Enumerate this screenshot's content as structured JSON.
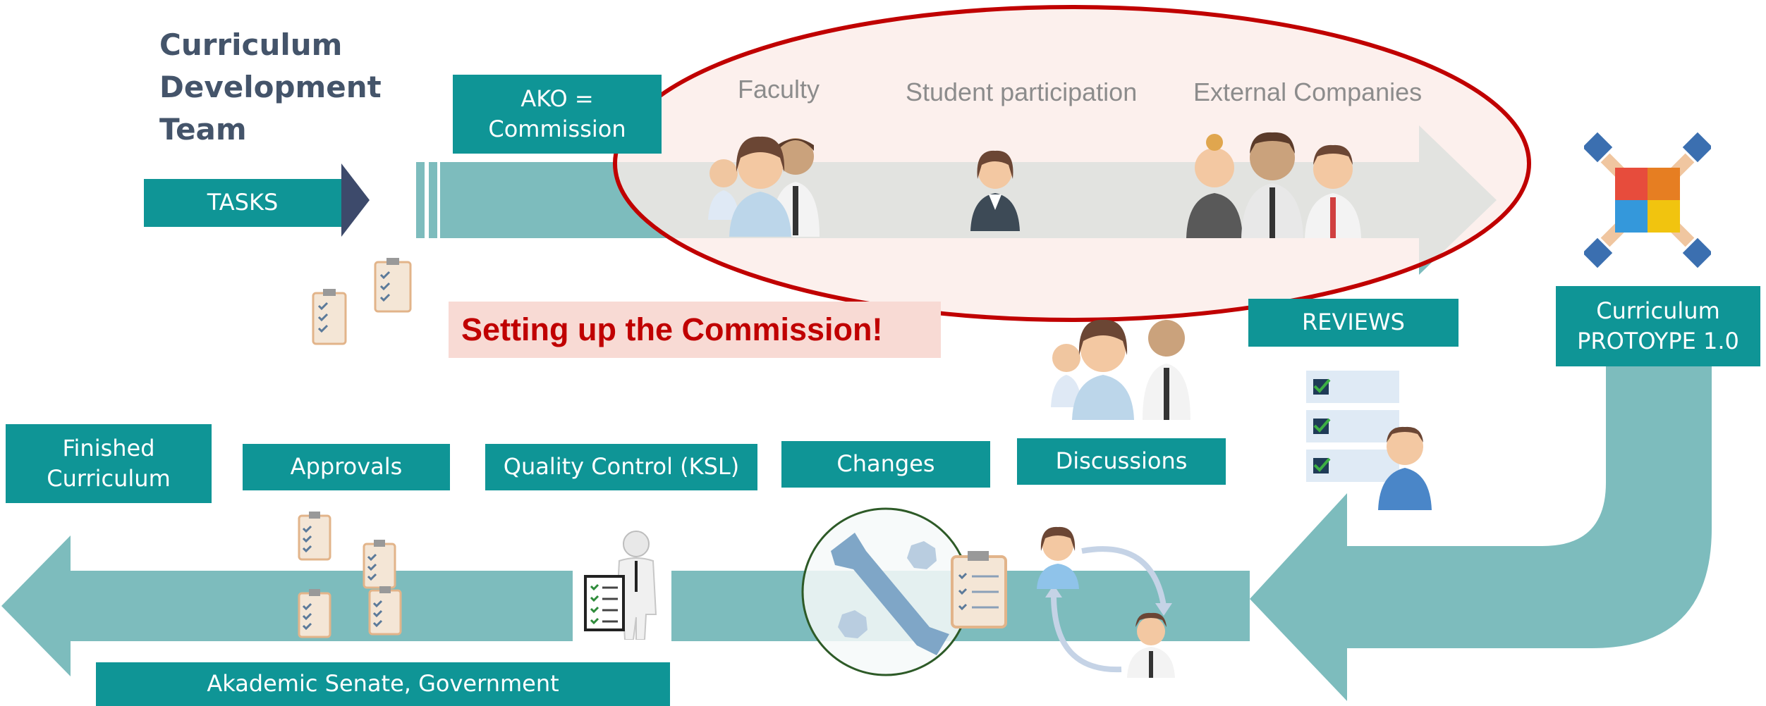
{
  "title": "Curriculum\nDevelopment\nTeam",
  "tasks_label": "TASKS",
  "ako_label": "AKO =\nCommission",
  "commission_groups": [
    "Faculty",
    "Student participation",
    "External Companies"
  ],
  "callout": "Setting up the Commission!",
  "reviews_label": "REVIEWS",
  "prototype_label": "Curriculum\nPROTOYPE 1.0",
  "steps": {
    "finished": "Finished\nCurriculum",
    "approvals": "Approvals",
    "quality_control": "Quality Control (KSL)",
    "changes": "Changes",
    "discussions": "Discussions"
  },
  "senate_label": "Akademic Senate, Government",
  "colors": {
    "teal_label": "#0f9596",
    "teal_arrow": "#7dbcbd",
    "dark_chevron": "#3d4a6b",
    "highlight_ellipse": "#c00000",
    "ellipse_fill": "#fbece9",
    "callout_fill": "#f8dad4",
    "callout_text": "#c00000",
    "title_text": "#44546a"
  },
  "icons": [
    "clipboard-checklist-icon",
    "people-group-icon",
    "person-icon",
    "puzzle-hands-icon",
    "checklist-icon",
    "wrench-gear-icon",
    "businessman-clipboard-icon",
    "people-cycle-icon"
  ]
}
